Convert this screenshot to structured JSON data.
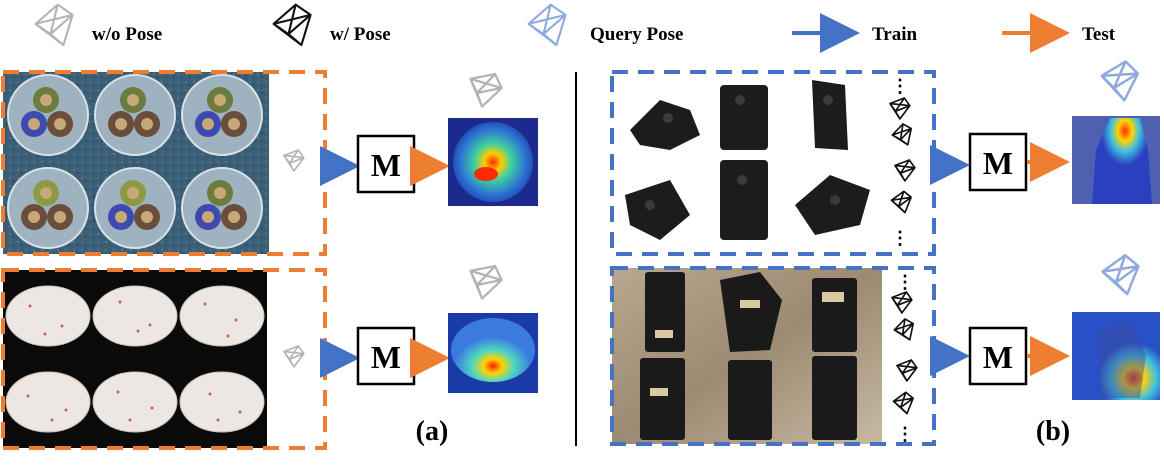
{
  "legend": {
    "without_pose": "w/o Pose",
    "with_pose": "w/ Pose",
    "query_pose": "Query Pose",
    "train": "Train",
    "test": "Test"
  },
  "model_label": "M",
  "panels": {
    "a_label": "(a)",
    "b_label": "(b)"
  },
  "ellipsis": "⋮",
  "colors": {
    "train_blue": "#4472c4",
    "test_orange": "#ed7d31",
    "query_pose_blue": "#8faadc",
    "no_pose_gray": "#a6a6a6"
  }
}
